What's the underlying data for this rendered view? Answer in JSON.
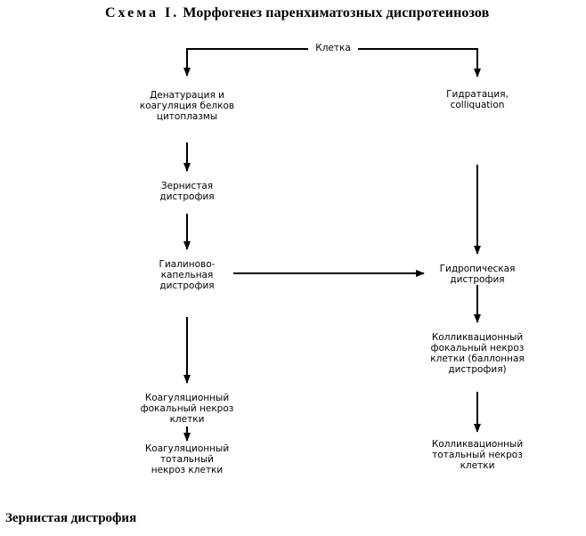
{
  "title": {
    "lead": "Схема I.",
    "text": "Морфогенез паренхиматозных диспротеинозов"
  },
  "nodes": {
    "root": "Клетка",
    "left1": "Денатурация и\nкоагуляция белков\nцитоплазмы",
    "left2": "Зернистая\nдистрофия",
    "left3": "Гиалиново-\nкапельная\nдистрофия",
    "left4": "Коагуляционный\nфокальный некроз\nклетки",
    "left5": "Коагуляционный\nтотальный\nнекроз клетки",
    "right1": "Гидратация,\ncolliquation",
    "right2": "Гидропическая\nдистрофия",
    "right3": "Колликвационный\nфокальный некроз\nклетки (баллонная\nдистрофия)",
    "right4": "Колликвационный\nтотальный некроз\nклетки"
  },
  "section_heading": "Зернистая дистрофия"
}
